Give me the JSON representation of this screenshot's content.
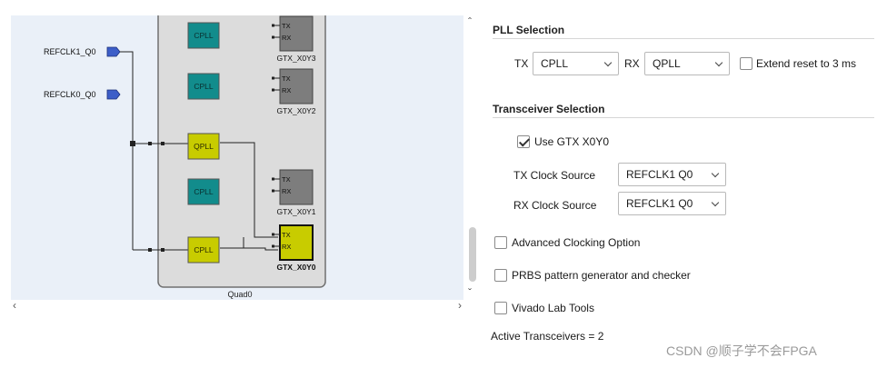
{
  "diagram": {
    "refclk_labels": [
      "REFCLK1_Q0",
      "REFCLK0_Q0"
    ],
    "quad_label": "Quad0",
    "pll_blocks": [
      {
        "label": "CPLL",
        "kind": "cpll-inactive"
      },
      {
        "label": "CPLL",
        "kind": "cpll-inactive"
      },
      {
        "label": "QPLL",
        "kind": "qpll-active"
      },
      {
        "label": "CPLL",
        "kind": "cpll-inactive"
      },
      {
        "label": "CPLL",
        "kind": "cpll-active"
      }
    ],
    "gtx_blocks": [
      {
        "label": "GTX_X0Y3",
        "active": false
      },
      {
        "label": "GTX_X0Y2",
        "active": false
      },
      {
        "label": "GTX_X0Y1",
        "active": false
      },
      {
        "label": "GTX_X0Y0",
        "active": true
      }
    ],
    "port_tx": "TX",
    "port_rx": "RX",
    "colors": {
      "cpll_inactive": "#128c8c",
      "active_yellow": "#c8cc00",
      "gtx_inactive": "#7d7d7d",
      "refclk_port": "#3c5ec8",
      "quad_bg": "#dcdcdc"
    }
  },
  "pll_selection": {
    "title": "PLL Selection",
    "tx_label": "TX",
    "tx_value": "CPLL",
    "rx_label": "RX",
    "rx_value": "QPLL",
    "extend_reset_label": "Extend reset to 3 ms",
    "extend_reset_checked": false
  },
  "transceiver_selection": {
    "title": "Transceiver Selection",
    "use_gtx_label": "Use GTX X0Y0",
    "use_gtx_checked": true,
    "tx_clock_label": "TX Clock Source",
    "tx_clock_value": "REFCLK1 Q0",
    "rx_clock_label": "RX Clock Source",
    "rx_clock_value": "REFCLK1 Q0"
  },
  "options": {
    "advanced_clocking_label": "Advanced Clocking Option",
    "prbs_label": "PRBS pattern generator and checker",
    "vivado_lab_label": "Vivado Lab Tools"
  },
  "status": {
    "active_transceivers": "Active Transceivers = 2"
  },
  "watermark": "CSDN @顺子学不会FPGA"
}
